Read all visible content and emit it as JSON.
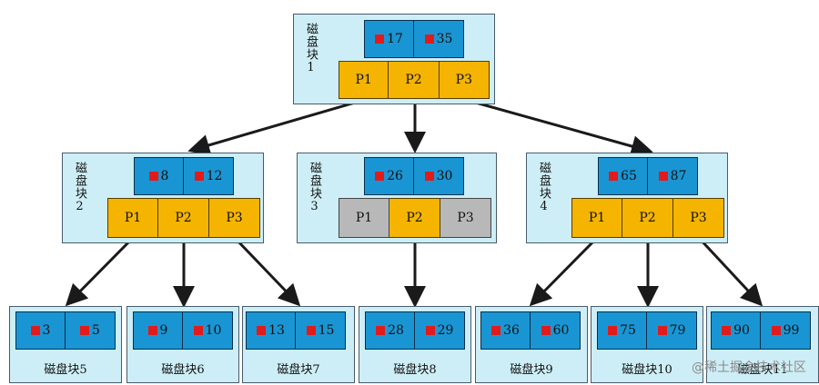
{
  "root": {
    "label": "磁盘块1",
    "keys": [
      "17",
      "35"
    ],
    "pointers": [
      "P1",
      "P2",
      "P3"
    ]
  },
  "level2": [
    {
      "label": "磁盘块2",
      "keys": [
        "8",
        "12"
      ],
      "pointers": [
        "P1",
        "P2",
        "P3"
      ],
      "inactive": []
    },
    {
      "label": "磁盘块3",
      "keys": [
        "26",
        "30"
      ],
      "pointers": [
        "P1",
        "P2",
        "P3"
      ],
      "inactive": [
        0,
        2
      ]
    },
    {
      "label": "磁盘块4",
      "keys": [
        "65",
        "87"
      ],
      "pointers": [
        "P1",
        "P2",
        "P3"
      ],
      "inactive": []
    }
  ],
  "leaves": [
    {
      "label": "磁盘块5",
      "keys": [
        "3",
        "5"
      ]
    },
    {
      "label": "磁盘块6",
      "keys": [
        "9",
        "10"
      ]
    },
    {
      "label": "磁盘块7",
      "keys": [
        "13",
        "15"
      ]
    },
    {
      "label": "磁盘块8",
      "keys": [
        "28",
        "29"
      ]
    },
    {
      "label": "磁盘块9",
      "keys": [
        "36",
        "60"
      ]
    },
    {
      "label": "磁盘块10",
      "keys": [
        "75",
        "79"
      ]
    },
    {
      "label": "磁盘块11",
      "keys": [
        "90",
        "99"
      ]
    }
  ],
  "watermark": "@稀土掘金技术社区",
  "colors": {
    "block_bg": "#cdeef6",
    "key_bg": "#1a95d3",
    "pointer_bg": "#f4b400",
    "pointer_inactive_bg": "#b8b8b8",
    "marker": "#e11b1b",
    "arrow": "#1a1a1a"
  }
}
